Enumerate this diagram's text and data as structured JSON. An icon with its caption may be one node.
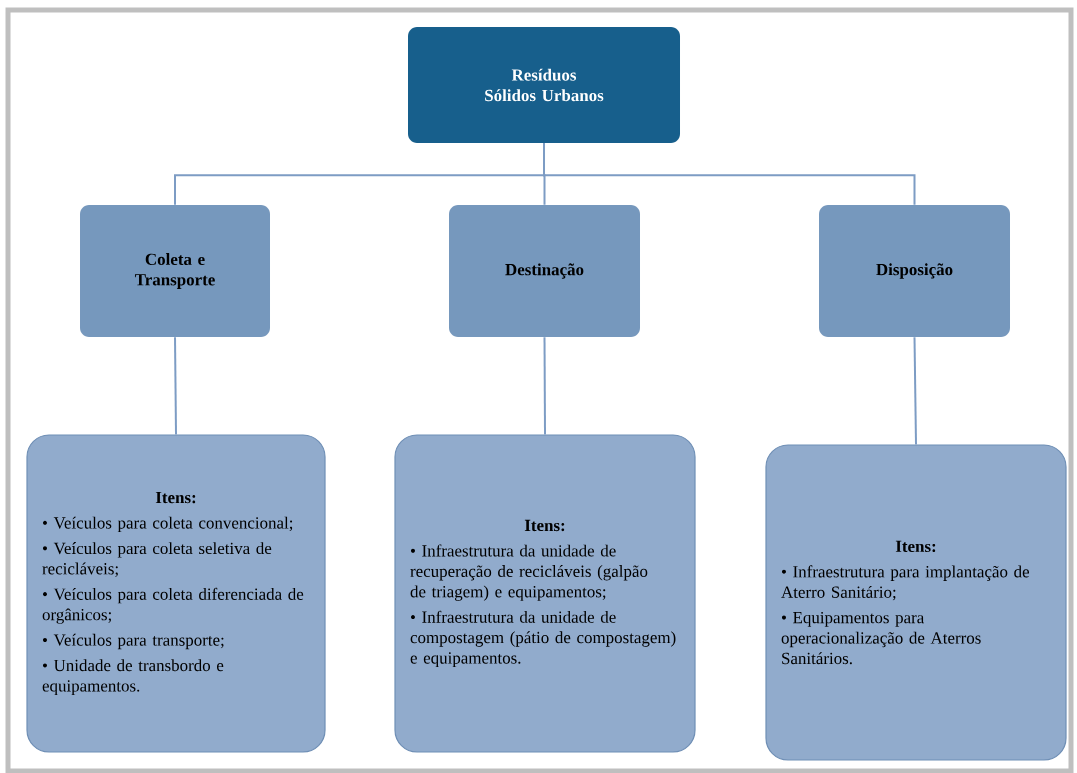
{
  "diagram": {
    "nodes": [
      {
        "text": [
          "Resíduos Sólidos Urbanos"
        ]
      },
      {
        "text": [
          "Coleta e Transporte"
        ]
      },
      {
        "text": [
          "Destinação"
        ]
      },
      {
        "text": [
          "Disposição"
        ]
      },
      {
        "text": [
          "Itens:",
          "• Veículos para coleta convencional;",
          "• Veículos para coleta seletiva de recicláveis;",
          "• Veículos para coleta diferenciada de orgânicos;",
          "• Veículos para transporte;",
          "• Unidade de transbordo e equipamentos."
        ]
      },
      {
        "text": [
          "Itens:",
          "• Infraestrutura da unidade de recuperação de recicláveis (galpão de triagem) e equipamentos;",
          "• Infraestrutura da unidade de compostagem (pátio de compostagem) e equipamentos."
        ]
      },
      {
        "text": [
          "Itens:",
          "• Infraestrutura para implantação de Aterro Sanitário;",
          "• Equipamentos para operacionalização de Aterros Sanitários."
        ]
      }
    ],
    "edges": [
      {
        "from": 0,
        "to": 1,
        "arrow": "none"
      },
      {
        "from": 0,
        "to": 2,
        "arrow": "none"
      },
      {
        "from": 0,
        "to": 3,
        "arrow": "none"
      },
      {
        "from": 1,
        "to": 4,
        "arrow": "none"
      },
      {
        "from": 2,
        "to": 5,
        "arrow": "none"
      },
      {
        "from": 3,
        "to": 6,
        "arrow": "none"
      }
    ]
  }
}
